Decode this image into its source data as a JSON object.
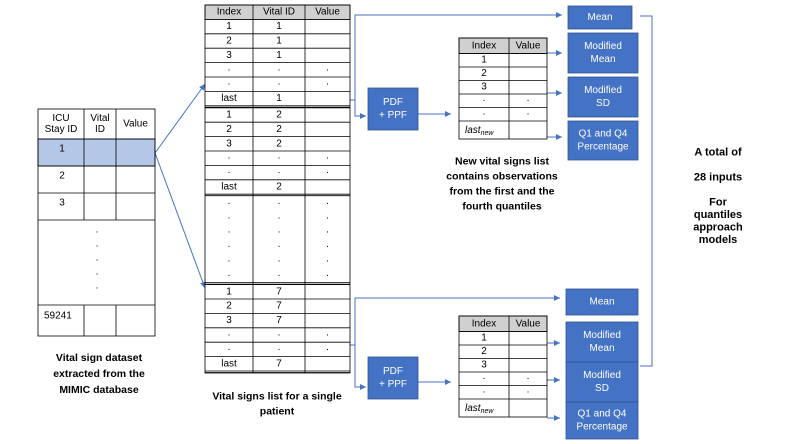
{
  "dataset": {
    "headers": [
      "ICU\nStay ID",
      "Vital\nID",
      "Value"
    ],
    "rows": [
      "1",
      "2",
      "3",
      "·",
      "·",
      "·",
      "·",
      "·",
      "59241"
    ]
  },
  "patient_list": {
    "headers": [
      "Index",
      "Vital ID",
      "Value"
    ],
    "groups": [
      {
        "index": [
          "1",
          "2",
          "3",
          "·",
          "·",
          "last"
        ],
        "vital": [
          "1",
          "1",
          "1",
          "·",
          "·",
          "1"
        ],
        "value": [
          "",
          "",
          "",
          "·",
          "·",
          ""
        ]
      },
      {
        "index": [
          "1",
          "2",
          "3",
          "·",
          "·",
          "last"
        ],
        "vital": [
          "2",
          "2",
          "2",
          "·",
          "·",
          "2"
        ],
        "value": [
          "",
          "",
          "",
          "·",
          "·",
          ""
        ]
      },
      {
        "index": [
          "·",
          "·",
          "·",
          "·",
          "·",
          "·"
        ],
        "vital": [
          "·",
          "·",
          "·",
          "·",
          "·",
          "·"
        ],
        "value": [
          "·",
          "·",
          "·",
          "·",
          "·",
          "·"
        ]
      },
      {
        "index": [
          "1",
          "2",
          "3",
          "·",
          "·",
          "last"
        ],
        "vital": [
          "7",
          "7",
          "7",
          "·",
          "·",
          "7"
        ],
        "value": [
          "",
          "",
          "",
          "·",
          "·",
          ""
        ]
      }
    ]
  },
  "new_list": {
    "headers": [
      "Index",
      "Value"
    ],
    "rows": [
      "1",
      "2",
      "3",
      "·",
      "·"
    ],
    "last_base": "last",
    "last_sub": "new"
  },
  "pdf_label": "PDF\n+ PPF",
  "features": [
    "Mean",
    "Modified\nMean",
    "Modified\nSD",
    "Q1 and Q4\nPercentage"
  ],
  "captions": {
    "dataset": "Vital sign dataset\nextracted from the\nMIMIC database",
    "patient": "Vital signs list for a single\npatient",
    "newlist": "New vital signs list\ncontains observations\nfrom the first and the\nfourth quantiles",
    "total": "A total of\n\n28 inputs\n\nFor\nquantiles\napproach\nmodels"
  },
  "colors": {
    "header_fill": "#d0d0d0",
    "highlight_fill": "#b4c7e7",
    "box_fill": "#4472c4",
    "box_text": "#ffffff",
    "arrow": "#4472c4",
    "grid": "#000000"
  }
}
